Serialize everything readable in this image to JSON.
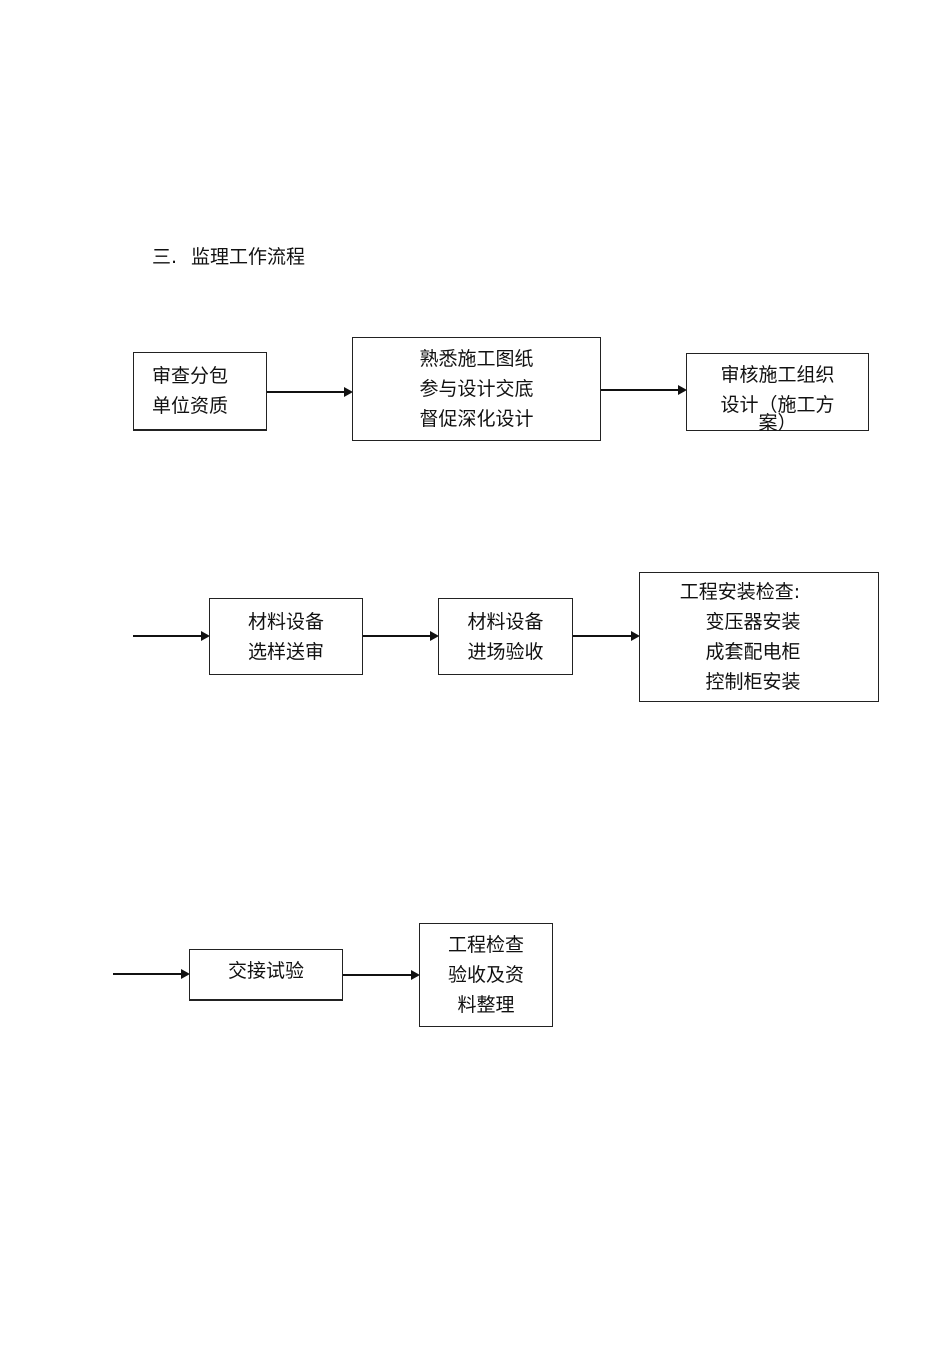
{
  "heading": {
    "number": "三.",
    "title": "监理工作流程"
  },
  "flow": {
    "row1": {
      "box1": [
        "审查分包",
        "单位资质"
      ],
      "box2": [
        "熟悉施工图纸",
        "参与设计交底",
        "督促深化设计"
      ],
      "box3": [
        "审核施工组织",
        "设计（施工方",
        "案）"
      ]
    },
    "row2": {
      "box1": [
        "材料设备",
        "选样送审"
      ],
      "box2": [
        "材料设备",
        "进场验收"
      ],
      "box3": [
        "工程安装检查:",
        "变压器安装",
        "成套配电柜",
        "控制柜安装"
      ]
    },
    "row3": {
      "box1": [
        "交接试验"
      ],
      "box2": [
        "工程检查",
        "验收及资",
        "料整理"
      ]
    }
  }
}
